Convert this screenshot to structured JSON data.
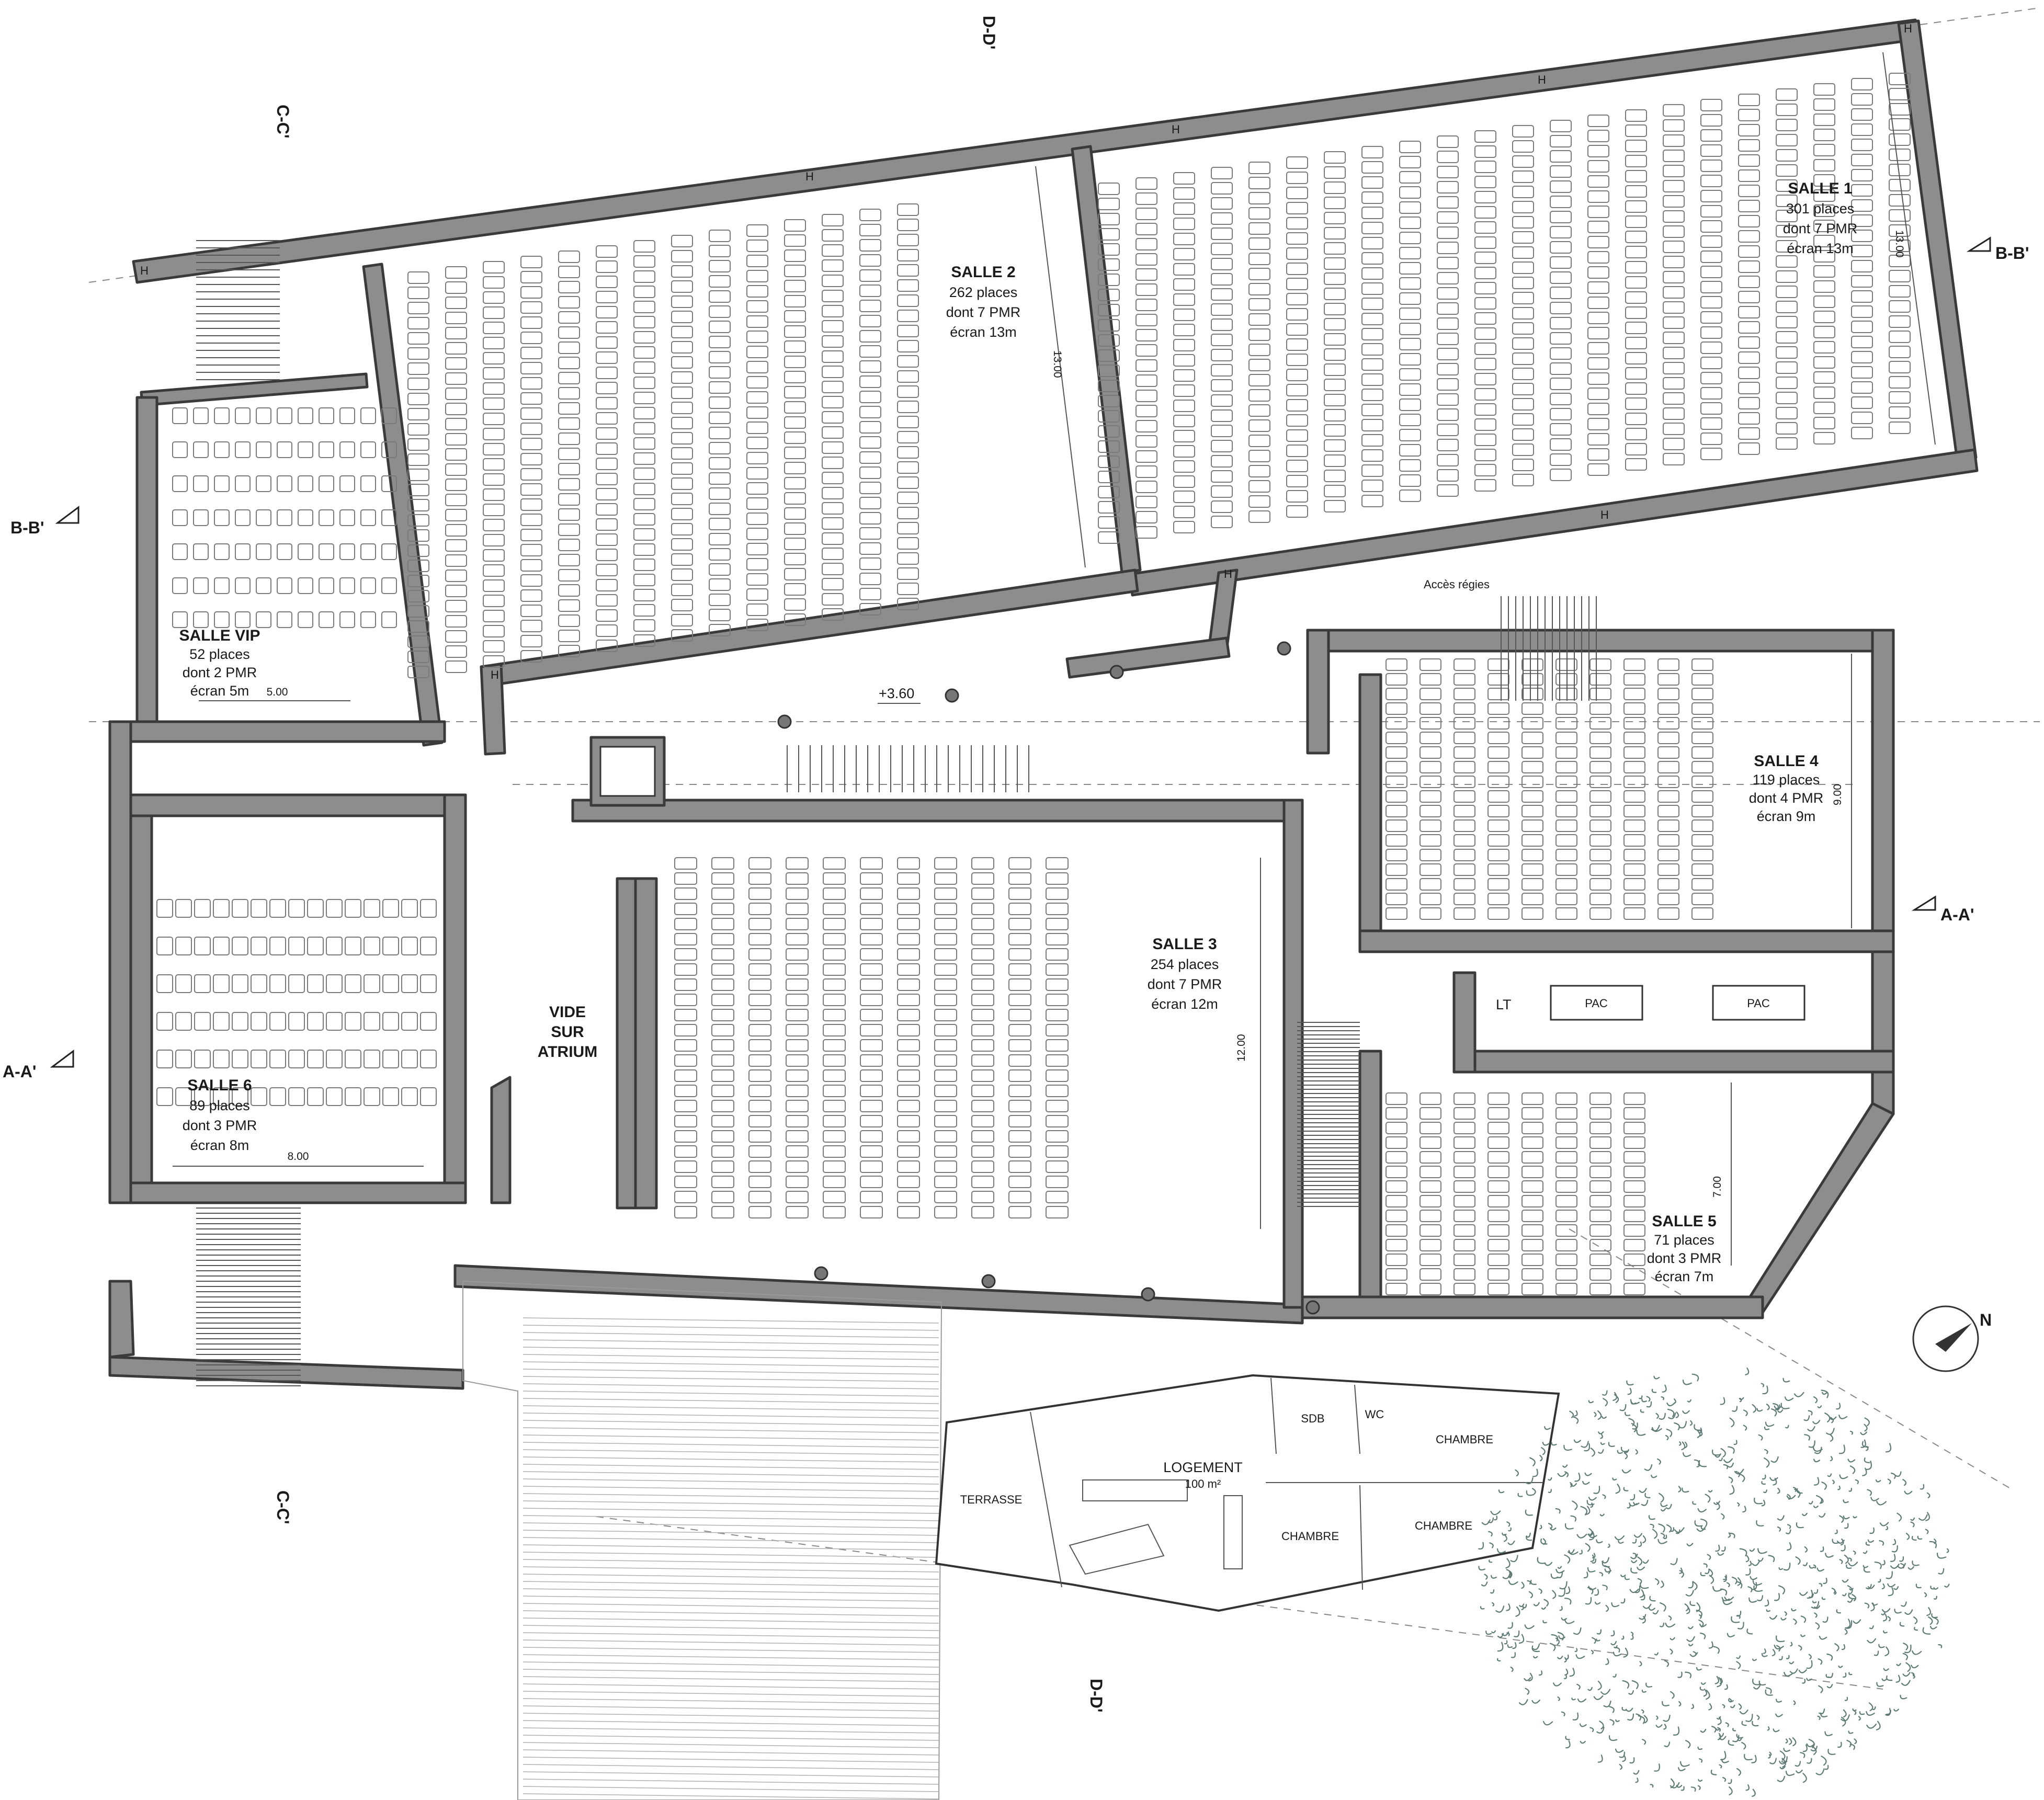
{
  "rooms": {
    "salle1": {
      "title": "SALLE 1",
      "seats": "301 places",
      "pmr": "dont 7 PMR",
      "screen": "écran 13m",
      "dim": "13.00"
    },
    "salle2": {
      "title": "SALLE 2",
      "seats": "262 places",
      "pmr": "dont 7 PMR",
      "screen": "écran 13m",
      "dim": "13.00"
    },
    "salle3": {
      "title": "SALLE 3",
      "seats": "254 places",
      "pmr": "dont 7 PMR",
      "screen": "écran 12m",
      "dim": "12.00"
    },
    "salle4": {
      "title": "SALLE 4",
      "seats": "119 places",
      "pmr": "dont 4 PMR",
      "screen": "écran 9m",
      "dim": "9.00"
    },
    "salle5": {
      "title": "SALLE 5",
      "seats": "71 places",
      "pmr": "dont 3 PMR",
      "screen": "écran 7m",
      "dim": "7.00"
    },
    "salle6": {
      "title": "SALLE 6",
      "seats": "89 places",
      "pmr": "dont 3 PMR",
      "screen": "écran 8m",
      "dim": "8.00"
    },
    "vip": {
      "title": "SALLE VIP",
      "seats": "52 places",
      "pmr": "dont 2 PMR",
      "screen": "écran 5m",
      "dim": "5.00"
    },
    "vide": {
      "line1": "VIDE",
      "line2": "SUR",
      "line3": "ATRIUM"
    }
  },
  "labels": {
    "acces_regies": "Accès régies",
    "level": "+3.60",
    "lt": "LT",
    "pac1": "PAC",
    "pac2": "PAC",
    "logement": "LOGEMENT",
    "logement_area": "100 m²",
    "terrasse": "TERRASSE",
    "sdb": "SDB",
    "wc": "WC",
    "chambre1": "CHAMBRE",
    "chambre2": "CHAMBRE",
    "chambre3": "CHAMBRE",
    "north": "N",
    "wall_tag": "H"
  },
  "sections": {
    "aa_left": "A-A'",
    "aa_right": "A-A'",
    "bb_left": "B-B'",
    "bb_right": "B-B'",
    "cc_top": "C-C'",
    "cc_bottom": "C-C'",
    "dd_top": "D-D'",
    "dd_bottom": "D-D'"
  }
}
